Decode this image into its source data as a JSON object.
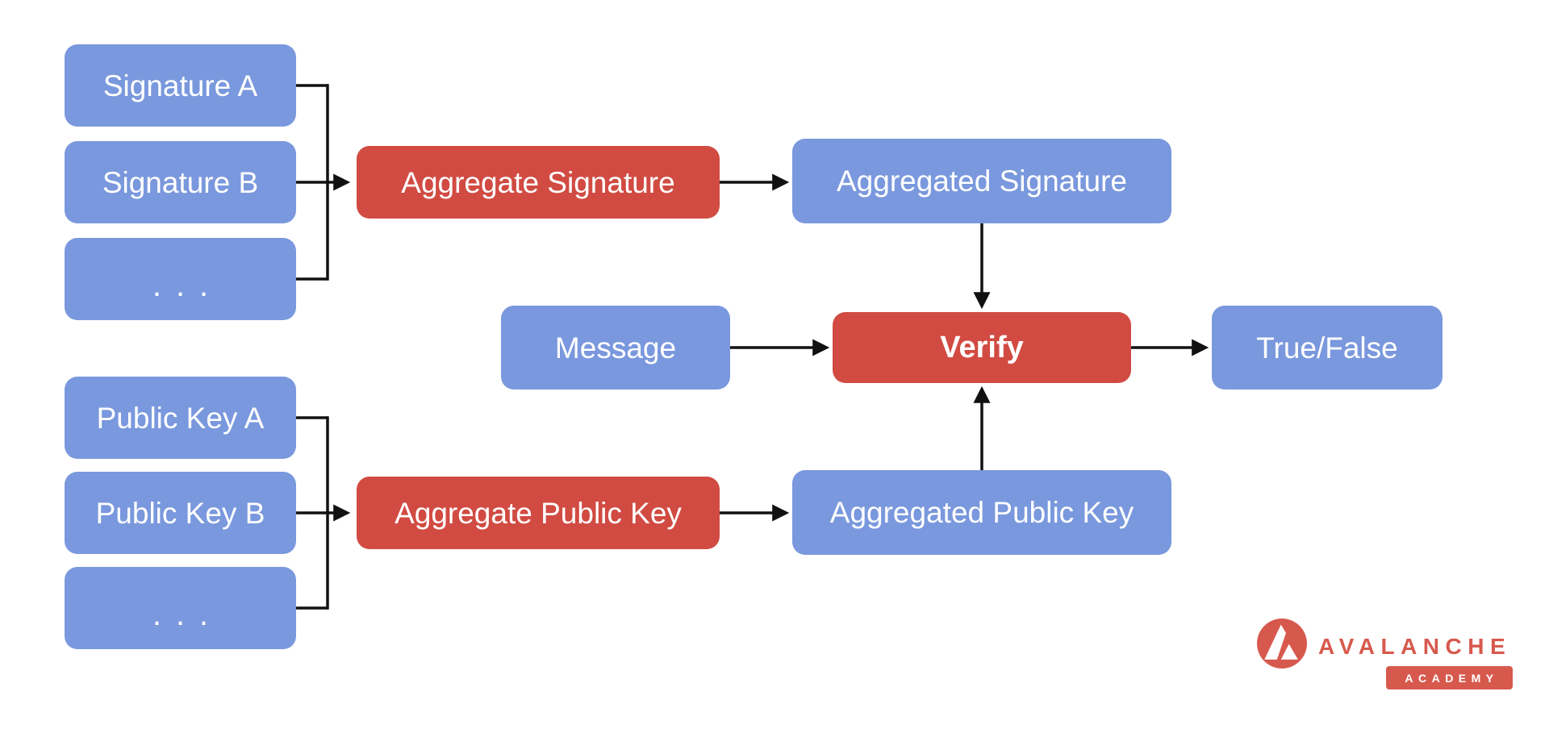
{
  "diagram": {
    "title": "BLS signature aggregation and verification flow",
    "colors": {
      "background": "#ffffff",
      "node_blue": "#7A98DD",
      "node_red": "#D14B42",
      "node_text": "#ffffff",
      "connector": "#111111",
      "logo_red": "#D7594E"
    },
    "nodes": {
      "signature_a": "Signature A",
      "signature_b": "Signature B",
      "signatures_more": "...",
      "aggregate_signature": "Aggregate Signature",
      "aggregated_signature": "Aggregated Signature",
      "public_key_a": "Public Key A",
      "public_key_b": "Public Key B",
      "public_keys_more": "...",
      "aggregate_public_key": "Aggregate Public Key",
      "aggregated_public_key": "Aggregated Public Key",
      "message": "Message",
      "verify": "Verify",
      "true_false": "True/False"
    },
    "logo": {
      "wordmark": "AVALANCHE",
      "badge": "ACADEMY"
    }
  }
}
